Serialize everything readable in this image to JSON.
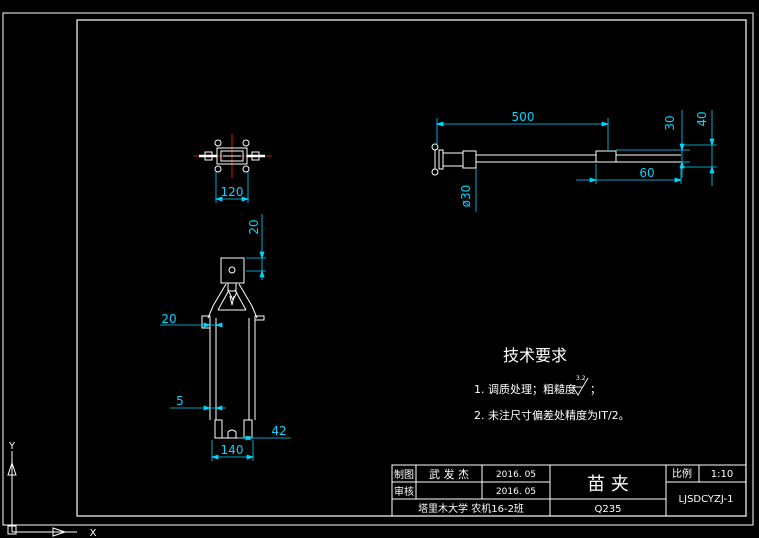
{
  "colors": {
    "background": "#000000",
    "outline": "#ffffff",
    "dimension": "#00d7ff",
    "centerline": "#ff2020",
    "title_block": "#ffffff",
    "ucs_icon": "#ffffff"
  },
  "dimensions": {
    "top_view_width": "120",
    "front_height_top": "20",
    "front_side_width": "20",
    "front_gap": "5",
    "front_bottom_width": "140",
    "front_right_offset": "42",
    "side_length": "500",
    "side_height_small": "30",
    "side_height_large": "40",
    "side_end_length": "60",
    "side_diameter": "ø30"
  },
  "notes": {
    "heading": "技术要求",
    "line1": "1. 调质处理；粗糙度",
    "roughness_value": "3.2",
    "line1_end": "；",
    "line2": "2. 未注尺寸偏差处精度为IT/2。"
  },
  "title_block": {
    "draw_label": "制图",
    "draw_name": "武 发 杰",
    "draw_date": "2016. 05",
    "check_label": "审核",
    "check_date": "2016. 05",
    "school": "塔里木大学  农机16-2班",
    "part_name": "苗  夹",
    "material": "Q235",
    "scale_label": "比例",
    "scale_value": "1:10",
    "drawing_number": "LJSDCYZJ-1"
  },
  "ucs": {
    "y_label": "Y",
    "x_label": "X"
  }
}
